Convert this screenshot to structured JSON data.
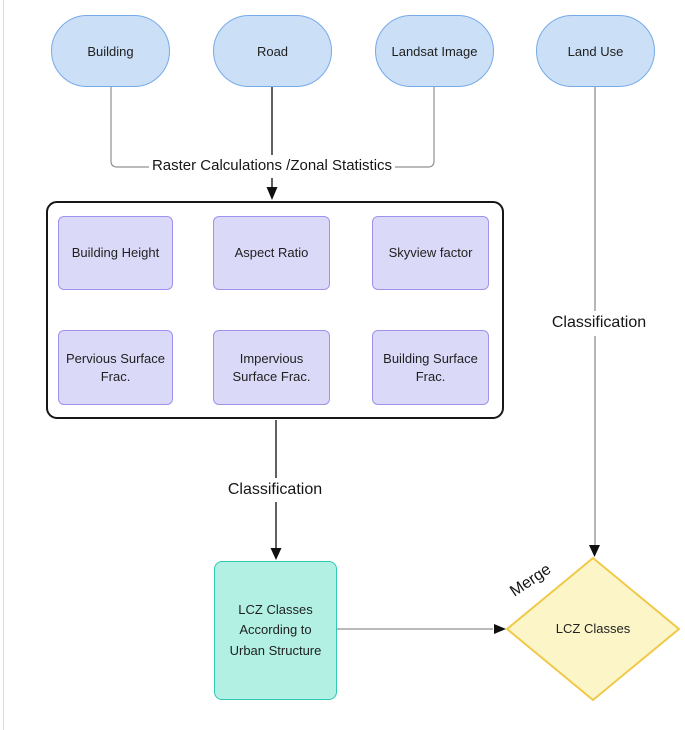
{
  "diagram": {
    "sources": [
      {
        "label": "Building"
      },
      {
        "label": "Road"
      },
      {
        "label": "Landsat Image"
      },
      {
        "label": "Land Use"
      }
    ],
    "edges": {
      "raster_label": "Raster Calculations /Zonal Statistics",
      "classification_left": "Classification",
      "classification_right": "Classification",
      "merge": "Merge"
    },
    "parameters": [
      {
        "label": "Building Height"
      },
      {
        "label": "Aspect Ratio"
      },
      {
        "label": "Skyview factor"
      },
      {
        "label": "Pervious Surface Frac."
      },
      {
        "label": "Impervious Surface Frac."
      },
      {
        "label": "Building Surface Frac."
      }
    ],
    "outputs": {
      "lcz_structure": "LCZ Classes According to Urban Structure",
      "lcz_merged": "LCZ Classes"
    },
    "colors": {
      "source_fill": "#cbdff7",
      "source_border": "#78aae9",
      "parameter_fill": "#dbd9f8",
      "parameter_border": "#9f92ee",
      "structure_fill": "#b2f0e3",
      "structure_border": "#2fc9b6",
      "merge_fill": "#fcf5c8",
      "merge_border": "#f0c94a",
      "container_border": "#161616",
      "edge_gray": "#909090",
      "edge_dark": "#2d2d2d"
    }
  }
}
